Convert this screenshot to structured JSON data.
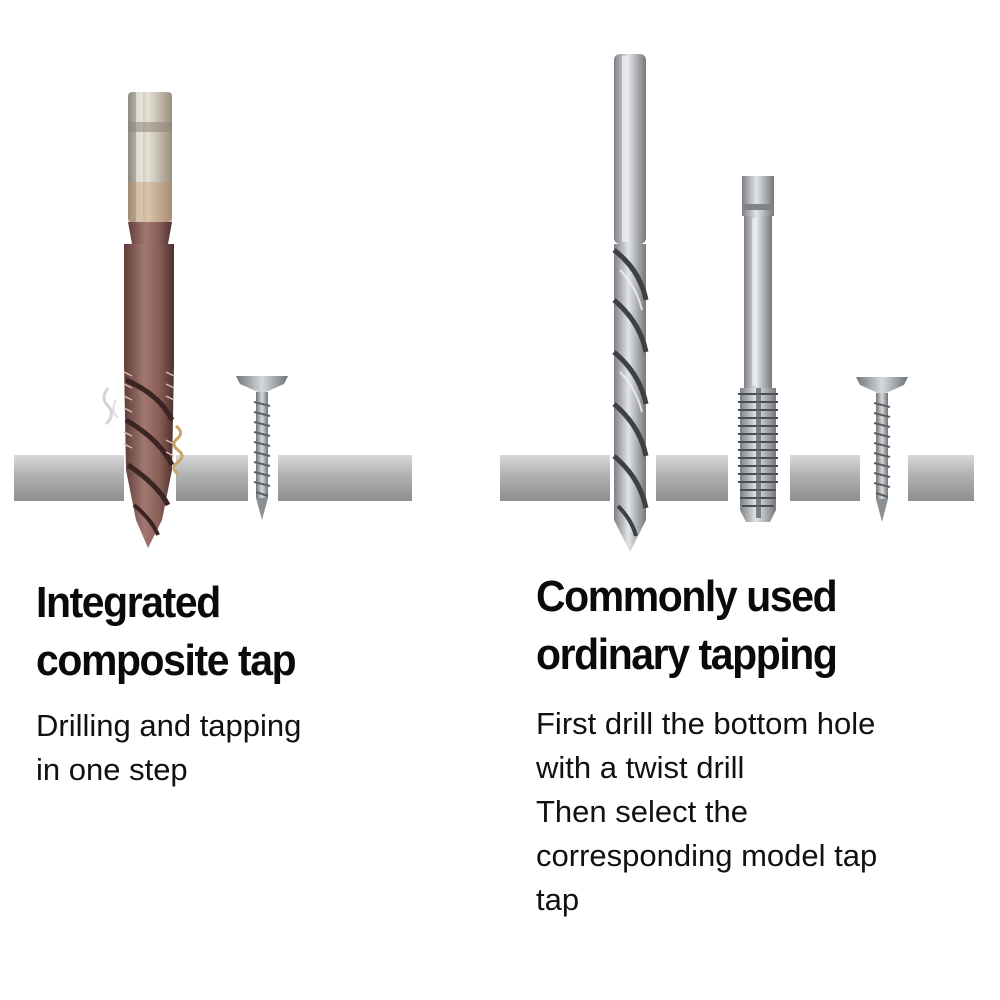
{
  "left": {
    "title_lines": [
      "Integrated",
      "composite tap"
    ],
    "desc_lines": [
      "Drilling and tapping",
      "in one step"
    ]
  },
  "right": {
    "title_lines": [
      "Commonly used",
      "ordinary tapping"
    ],
    "desc_lines": [
      "First drill the bottom hole",
      "with a twist drill",
      "Then select the",
      "corresponding model tap",
      "tap"
    ]
  },
  "colors": {
    "background": "#ffffff",
    "title_text": "#0a0a0a",
    "body_text": "#111111",
    "bar": "#b4b4b4",
    "copper_tool": "#8a5f58",
    "steel_tool": "#c8cacc"
  },
  "icons": [
    "composite-tap-icon",
    "twist-drill-icon",
    "machine-tap-icon",
    "screw-icon",
    "bar-icon"
  ]
}
